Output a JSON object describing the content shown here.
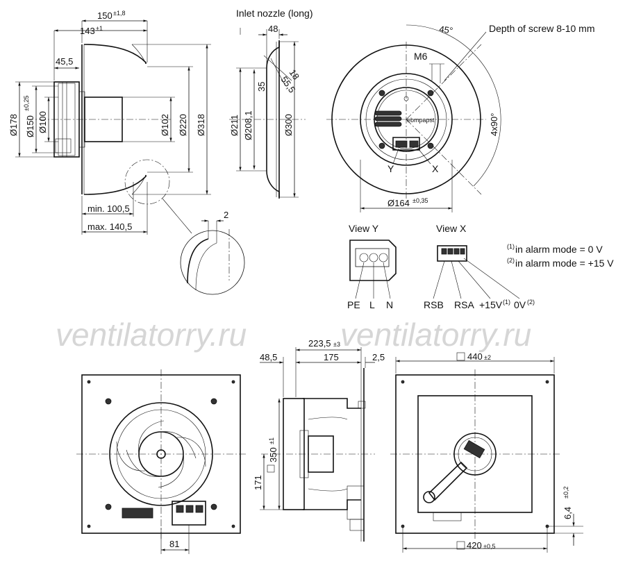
{
  "watermark": {
    "text": "ventilatorry.ru"
  },
  "side_view": {
    "dims": {
      "overall_len": "150",
      "overall_len_tol": "±1,8",
      "body_len": "143",
      "body_len_tol": "±1",
      "flange": "45,5",
      "d178": "Ø178",
      "d150": "Ø150",
      "d150_tol": "±0,25",
      "d100": "Ø100",
      "d102": "Ø102",
      "d220": "Ø220",
      "d318": "Ø318",
      "min": "min. 100,5",
      "max": "max. 140,5",
      "gap": "2"
    }
  },
  "nozzle": {
    "title": "Inlet nozzle (long)",
    "dims": {
      "w48": "48",
      "d35": "35",
      "d55": "55,5",
      "d18": "18",
      "d211": "Ø211",
      "d208": "Ø208,1",
      "d300": "Ø300"
    }
  },
  "front_view": {
    "labels": {
      "angle": "45°",
      "depth": "Depth of screw 8-10 mm",
      "m6": "M6",
      "y": "Y",
      "x": "X",
      "angle4": "4x90°",
      "d164": "Ø164",
      "d164_tol": "±0,35",
      "brand": "ebmpapst"
    }
  },
  "views": {
    "view_y": {
      "title": "View Y",
      "pins": [
        "PE",
        "L",
        "N"
      ]
    },
    "view_x": {
      "title": "View X",
      "pins": [
        "RSB",
        "RSA",
        "+15V",
        "0V"
      ],
      "sup": [
        "(1)",
        "(2)"
      ]
    },
    "notes": [
      {
        "mark": "(1)",
        "text": "in alarm mode = 0 V"
      },
      {
        "mark": "(2)",
        "text": "in alarm mode = +15 V"
      }
    ]
  },
  "bottom": {
    "dims": {
      "depth_total": "223,5",
      "depth_tol": "±3",
      "d48": "48,5",
      "d175": "175",
      "d25": "2,5",
      "sq350": "350",
      "sq350_tol": "±1",
      "h171": "171",
      "w81": "81",
      "sq440": "440",
      "sq440_tol": "±2",
      "sq420": "420",
      "sq420_tol": "±0,5",
      "t64": "6,4",
      "t64_tol": "±0,2"
    }
  }
}
